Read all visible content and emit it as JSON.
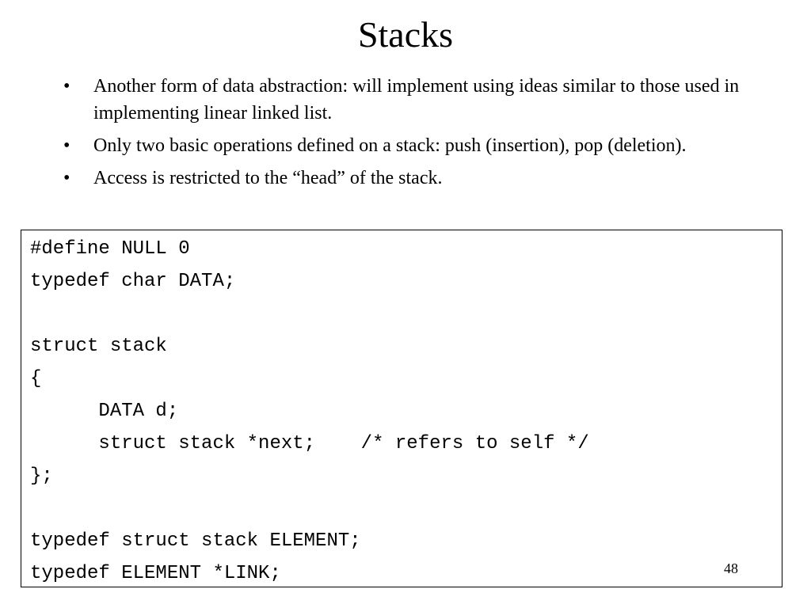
{
  "slide": {
    "title": "Stacks",
    "bullet_marker": "•",
    "bullets": [
      "Another form of data abstraction: will implement using ideas similar to those used in implementing linear linked list.",
      "Only two basic operations defined on a stack: push (insertion), pop (deletion).",
      "Access is restricted to the “head” of the stack."
    ],
    "code_lines": [
      "#define NULL 0",
      "typedef char DATA;",
      "",
      "struct stack",
      "{",
      "      DATA d;",
      "      struct stack *next;    /* refers to self */",
      "};",
      "",
      "typedef struct stack ELEMENT;",
      "typedef ELEMENT *LINK;"
    ],
    "page_number": "48"
  }
}
